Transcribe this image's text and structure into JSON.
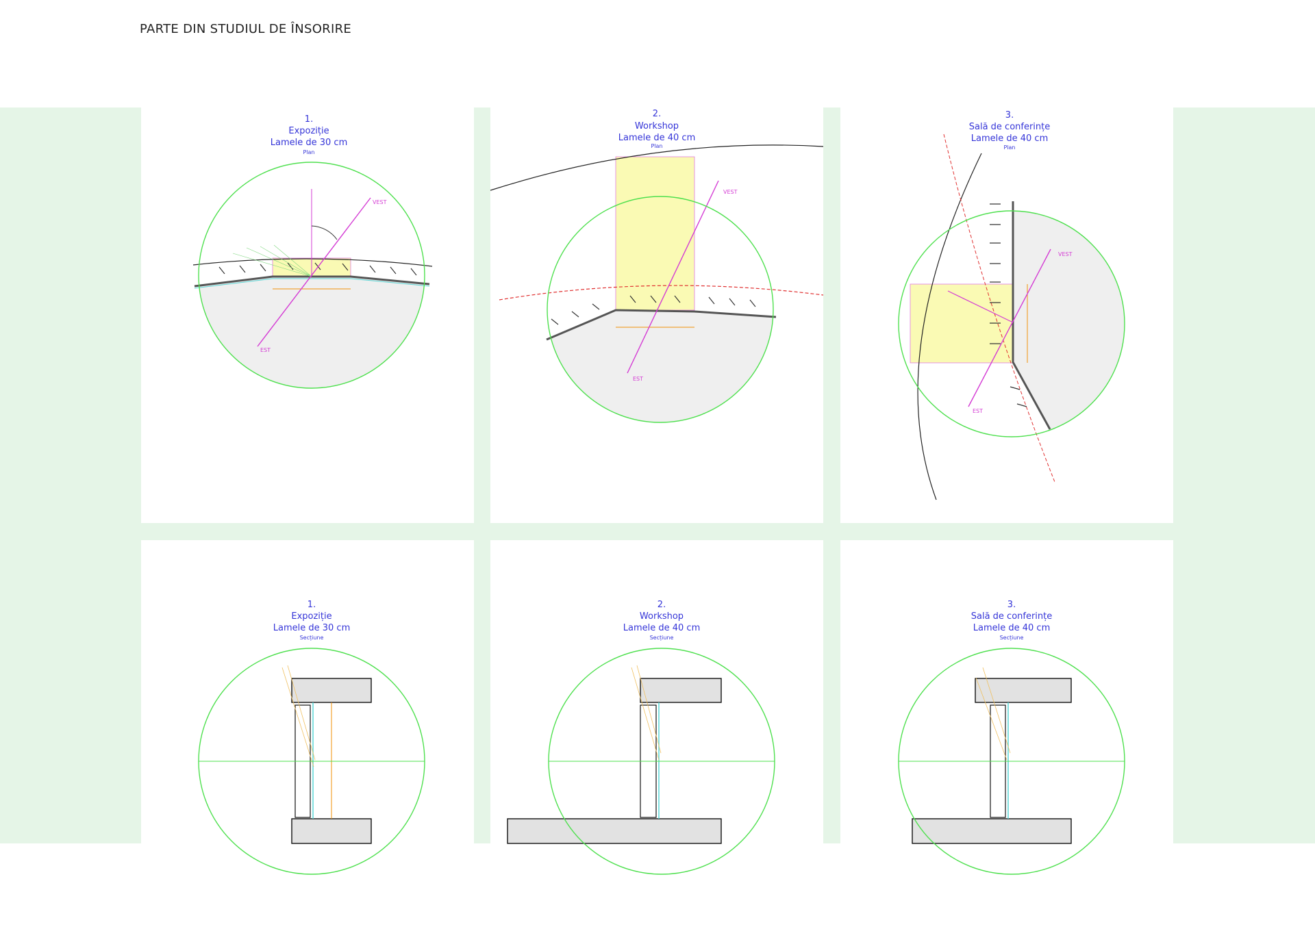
{
  "page_title": "PARTE DIN STUDIUL DE ÎNSORIRE",
  "colors": {
    "band": "#e5f5e7",
    "circle": "#4ee04e",
    "accent_text": "#3434d8",
    "sun_line": "#d43bd4",
    "sun_area": "#fafab4",
    "dimension": "#f0900a"
  },
  "directions": {
    "west": "VEST",
    "east": "EST"
  },
  "plans": [
    {
      "number": "1.",
      "room": "Expoziție",
      "slats": "Lamele de 30 cm",
      "view": "Plan"
    },
    {
      "number": "2.",
      "room": "Workshop",
      "slats": "Lamele de 40 cm",
      "view": "Plan"
    },
    {
      "number": "3.",
      "room": "Sală de conferințe",
      "slats": "Lamele de 40 cm",
      "view": "Plan"
    }
  ],
  "sections": [
    {
      "number": "1.",
      "room": "Expoziție",
      "slats": "Lamele de 30 cm",
      "view": "Secțiune"
    },
    {
      "number": "2.",
      "room": "Workshop",
      "slats": "Lamele de 40 cm",
      "view": "Secțiune"
    },
    {
      "number": "3.",
      "room": "Sală de conferințe",
      "slats": "Lamele de 40 cm",
      "view": "Secțiune"
    }
  ]
}
